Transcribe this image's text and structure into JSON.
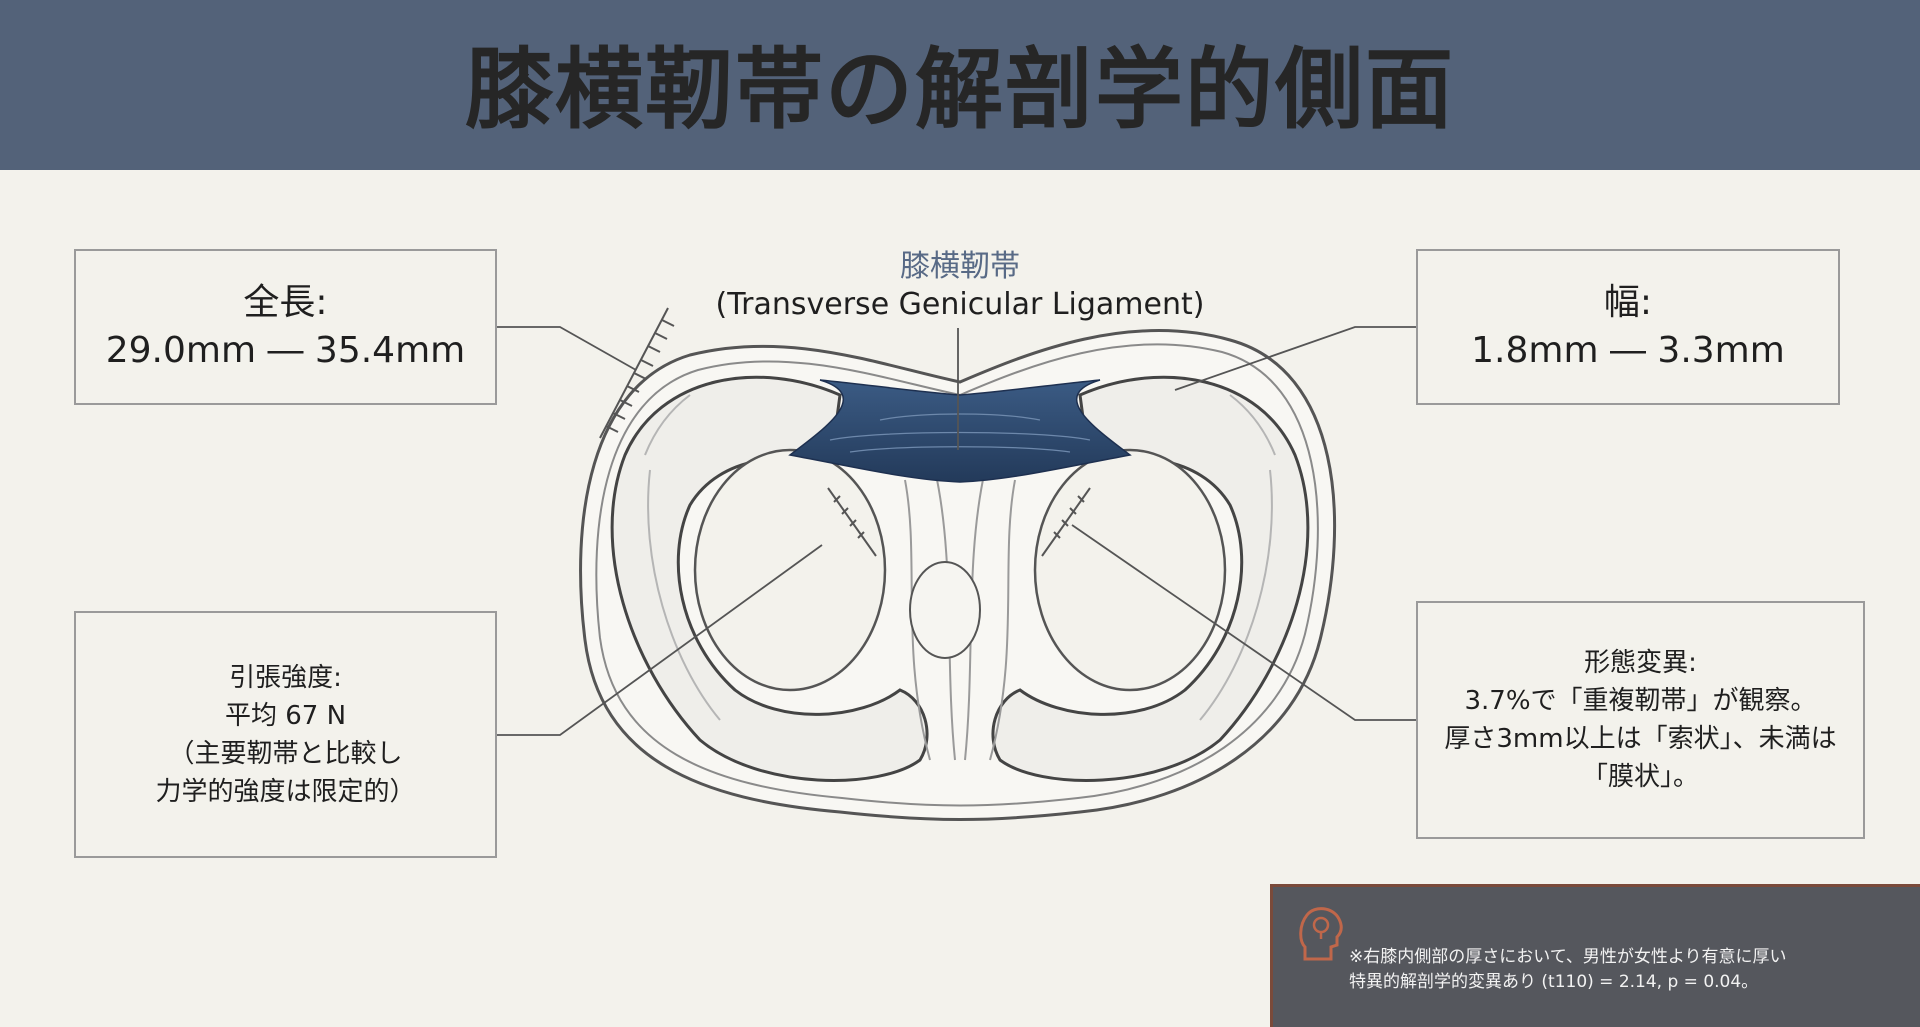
{
  "header": {
    "title": "膝横靭帯の解剖学的側面"
  },
  "ligament": {
    "name_jp": "膝横靭帯",
    "name_en": "(Transverse Genicular Ligament)"
  },
  "boxes": {
    "length": {
      "label": "全長:",
      "value": "29.0mm ― 35.4mm"
    },
    "width": {
      "label": "幅:",
      "value": "1.8mm ― 3.3mm"
    },
    "strength": {
      "lines": [
        "引張強度:",
        "平均 67 N",
        "（主要靭帯と比較し",
        "力学的強度は限定的）"
      ]
    },
    "variation": {
      "lines": [
        "形態変異:",
        "3.7%で「重複靭帯」が観察。",
        "厚さ3mm以上は「索状」、未満は",
        "「膜状」。"
      ]
    }
  },
  "note": {
    "line1": "※右膝内側部の厚さにおいて、男性が女性より有意に厚い",
    "line2": "特異的解剖学的変異あり (t110) = 2.14, p = 0.04。",
    "icon": "head-brain-icon"
  },
  "colors": {
    "header_bg": "#536279",
    "ligament": "#2e4a6e",
    "background": "#f3f2ec",
    "note_bg": "#55575d"
  }
}
